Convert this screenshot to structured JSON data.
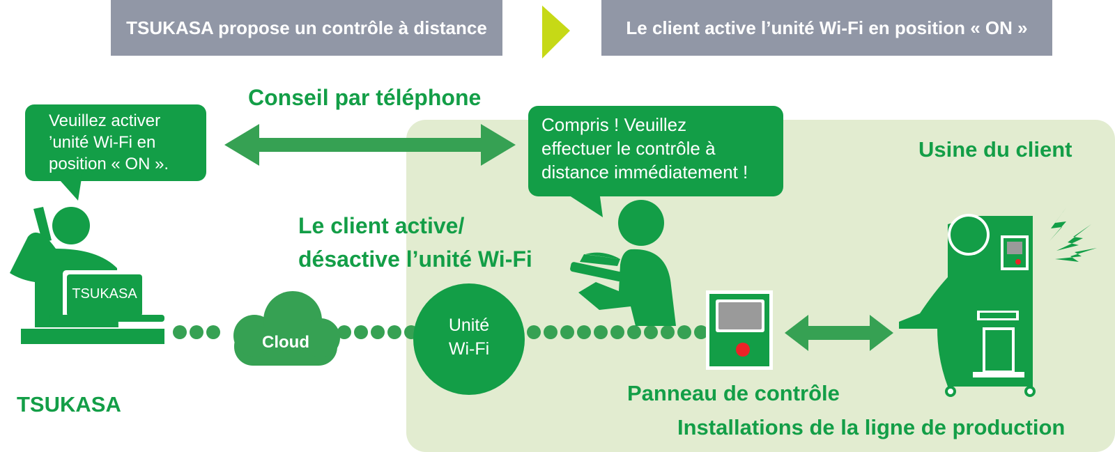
{
  "steps": {
    "step1": "TSUKASA propose un contrôle à distance",
    "step2": "Le client active l’unité Wi-Fi en position « ON »"
  },
  "phone_advice_label": "Conseil par téléphone",
  "factory_label": "Usine du client",
  "tsukasa_bubble": {
    "line1": "Veuillez activer",
    "line2": "’unité Wi-Fi en",
    "line3": "position « ON »."
  },
  "client_bubble": {
    "line1": "Compris ! Veuillez",
    "line2": "effectuer le contrôle à",
    "line3": "distance immédiatement !"
  },
  "client_action": {
    "line1": "Le client active/",
    "line2": "désactive l’unité Wi-Fi"
  },
  "laptop_label": "TSUKASA",
  "cloud_label": "Cloud",
  "wifi_unit": {
    "line1": "Unité",
    "line2": "Wi-Fi"
  },
  "tsukasa_label": "TSUKASA",
  "control_panel_label": "Panneau de contrôle",
  "production_line_label": "Installations de la ligne de production",
  "colors": {
    "green": "#139e47",
    "dark_green": "#36a153",
    "light_green_bg": "#e2ecd0",
    "banner_gray": "#9197a6",
    "step_arrow": "#c6d916",
    "alarm_red": "#ec2227"
  }
}
